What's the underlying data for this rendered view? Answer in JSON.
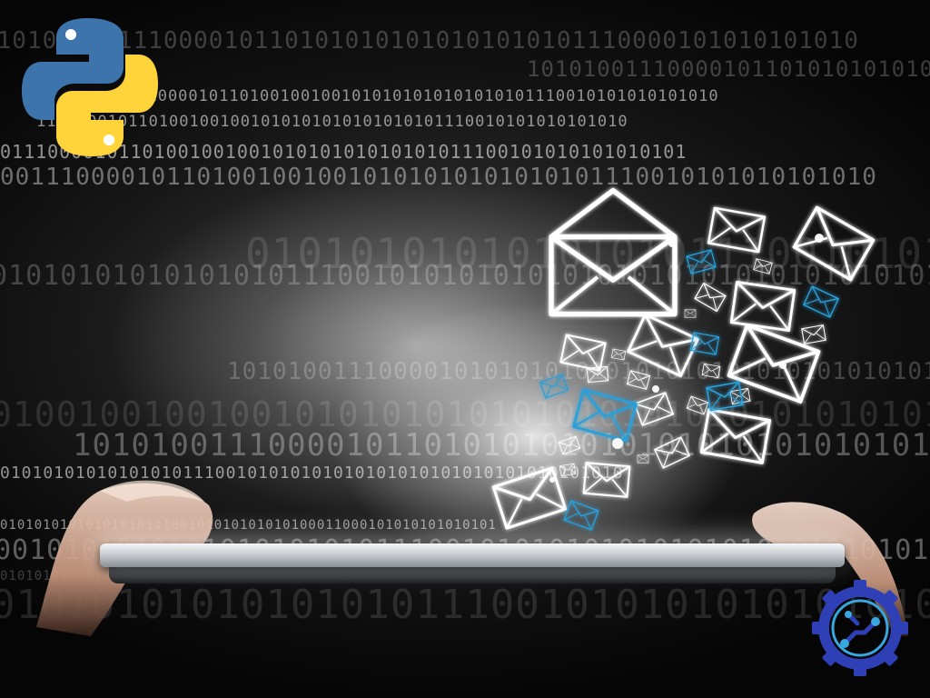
{
  "scene": {
    "description_tags": [
      "binary-background",
      "glowing-tablet",
      "flying-envelopes"
    ],
    "binary_rows": [
      "0101010101110000101101010101010101010101110000101010101010",
      "1010100111000010110101010101010101010101011100101010100101",
      "1110000101101001001001010101010101010101110010101010101010",
      "0111000010110100100100101010101010101011100101010101010101",
      "0011100001011010010010010101010101010101110010101010101010",
      "0101010101010101011100101010101010101010101010101010101010",
      "1010100111000010101010101010101010101010101010101010101010",
      "0100100100100101010101010101010101010101010101010101010101",
      "1010100111000010110101010101010101010101010101010101010101",
      "0101010101010101011100101010101010101010101010101010101010",
      "0101010101010101011100101010101010100011000101010101010101",
      "0010101010101010101010111001010101010101010101010101010101",
      "0101010101010101011100101010101010100011000101010101010101"
    ]
  },
  "colors": {
    "envelope_white": "#ffffff",
    "envelope_blue": "#2a9fd8",
    "python_blue": "#3e74ac",
    "python_yellow": "#ffd43b",
    "gear_blue": "#2f3fb5",
    "gear_light": "#37a7e0"
  },
  "icons": {
    "python": "python-logo-icon",
    "gear": "gear-circuit-icon",
    "envelope": "envelope-icon"
  }
}
